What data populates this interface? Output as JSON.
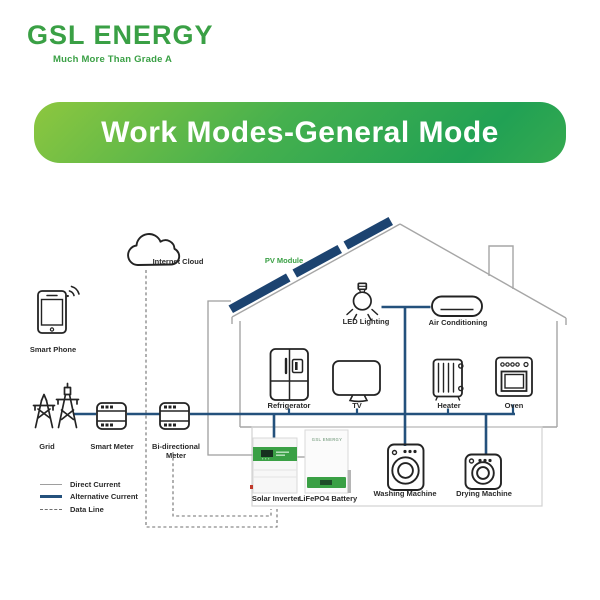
{
  "logo": {
    "title": "GSL ENERGY",
    "tagline": "Much More Than Grade A"
  },
  "banner": {
    "title": "Work Modes-General Mode"
  },
  "diagram": {
    "pv_module_label": "PV Module",
    "labels": {
      "internet_cloud": "Internet Cloud",
      "smart_phone": "Smart Phone",
      "grid": "Grid",
      "smart_meter": "Smart Meter",
      "bidirectional_meter": "Bi-directional Meter",
      "led_lighting": "LED Lighting",
      "air_conditioning": "Air Conditioning",
      "refrigerator": "Refrigerator",
      "tv": "TV",
      "heater": "Heater",
      "oven": "Oven",
      "solar_inverter": "Solar Inverter",
      "battery": "LiFePO4 Battery",
      "washing_machine": "Washing Machine",
      "drying_machine": "Drying Machine"
    },
    "battery_brand": "GSL ENERGY",
    "legend": [
      {
        "label": "Direct Current",
        "style": "dc"
      },
      {
        "label": "Alternative Current",
        "style": "ac"
      },
      {
        "label": "Data Line",
        "style": "data"
      }
    ],
    "colors": {
      "accent_green": "#3aa045",
      "ac_line_blue": "#24517c",
      "dc_line_gray": "#9e9e9e",
      "pv_panel_blue": "#1c4370"
    }
  }
}
